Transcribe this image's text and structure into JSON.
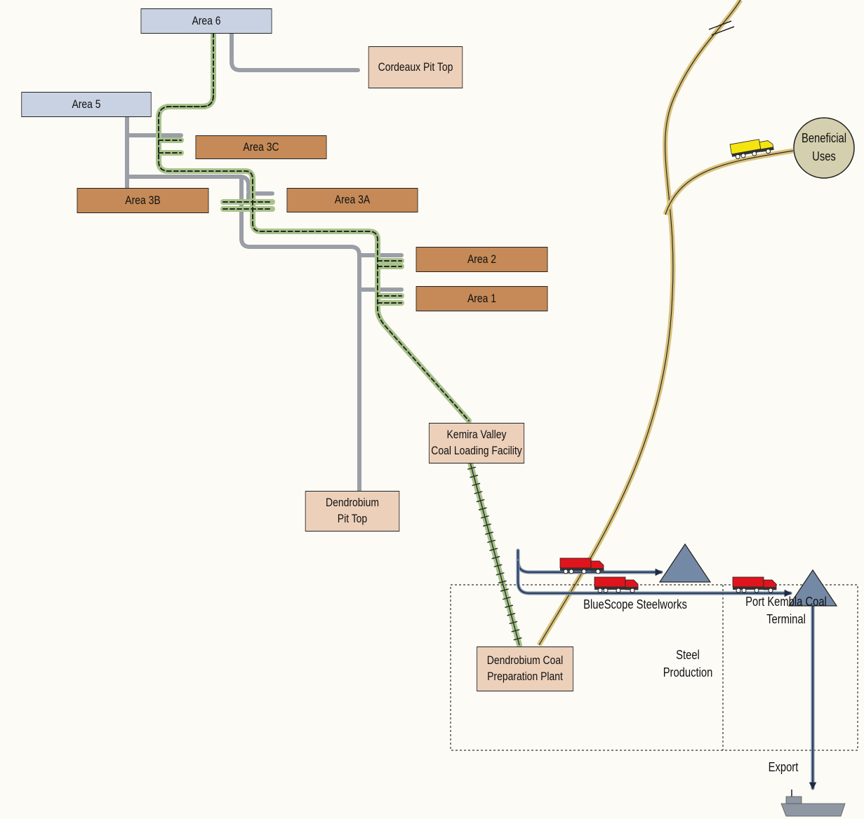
{
  "areas": {
    "area6": "Area 6",
    "area5": "Area 5",
    "area3c": "Area 3C",
    "area3b": "Area 3B",
    "area3a": "Area 3A",
    "area2": "Area 2",
    "area1": "Area 1"
  },
  "sites": {
    "cordeaux": "Cordeaux Pit Top",
    "dendrobium_pit": "Dendrobium\nPit Top",
    "kemira": "Kemira Valley\nCoal Loading Facility",
    "prep_plant": "Dendrobium Coal\nPreparation Plant"
  },
  "zones": {
    "bluescope": "BlueScope Steelworks",
    "port_kembla": "Port Kembla Coal\nTerminal"
  },
  "destinations": {
    "beneficial": "Beneficial\nUses",
    "steel": "Steel\nProduction",
    "export": "Export"
  },
  "colors": {
    "background": "#fdfbf6",
    "area_blue": "#c8d2e2",
    "area_brown": "#c58a57",
    "site_fill": "#ecd0ba",
    "grey_link": "#9a9ea6",
    "green_dashed_link": "#a9c28d",
    "road": "#d9c27a",
    "truck_red": "#e0141c",
    "truck_yellow": "#f5e50f",
    "triangle": "#7489a6",
    "circle": "#d4cfae"
  },
  "icons": [
    "truck-red-icon",
    "truck-yellow-icon",
    "ship-icon",
    "break-mark-icon"
  ]
}
